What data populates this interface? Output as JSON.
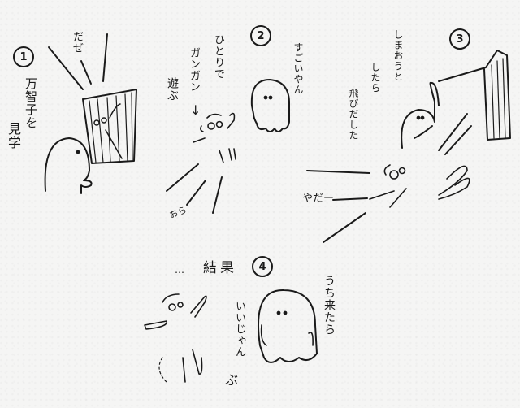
{
  "comic": {
    "panels": [
      {
        "number": "1",
        "caption": "万智子を見学",
        "caption_lines": [
          "万智子を",
          "見学"
        ],
        "sfx": "だぜ"
      },
      {
        "number": "2",
        "caption": "ひとりでガンガン遊ぶ",
        "caption_lines": [
          "ひとりで",
          "ガンガン",
          "遊ぶ"
        ],
        "arrow": "↓",
        "speech": "すごいやん",
        "sfx": "おら"
      },
      {
        "number": "3",
        "caption": "しまおうとしたら飛びだした",
        "caption_lines": [
          "しまおうと",
          "したら",
          "飛びだした"
        ],
        "sfx": "やだー"
      },
      {
        "number": "4",
        "caption": "…結果",
        "caption_lines": [
          "…",
          "結果"
        ],
        "speech_lines": [
          "うち来たら",
          "いいじゃん"
        ],
        "sfx": "ぶ"
      }
    ],
    "colors": {
      "paper": "#f5f5f4",
      "ink": "#1a1a1a"
    }
  }
}
